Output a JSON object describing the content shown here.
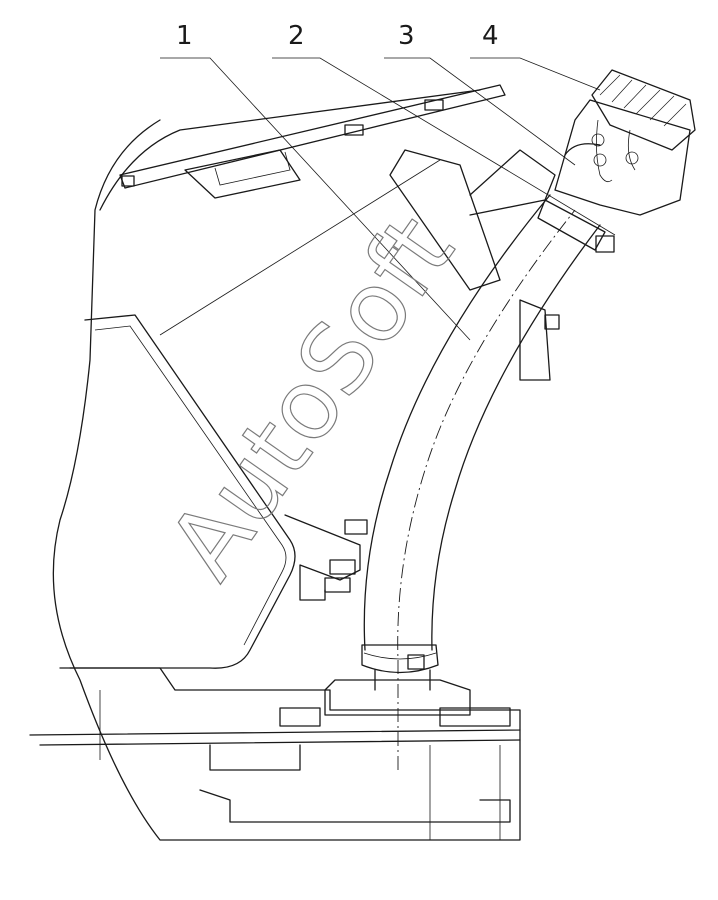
{
  "callouts": [
    {
      "label": "1"
    },
    {
      "label": "2"
    },
    {
      "label": "3"
    },
    {
      "label": "4"
    }
  ],
  "watermark": "AutoSoft",
  "colors": {
    "line": "#1a1a1a",
    "watermark": "#7a7a7a",
    "background": "#ffffff"
  }
}
